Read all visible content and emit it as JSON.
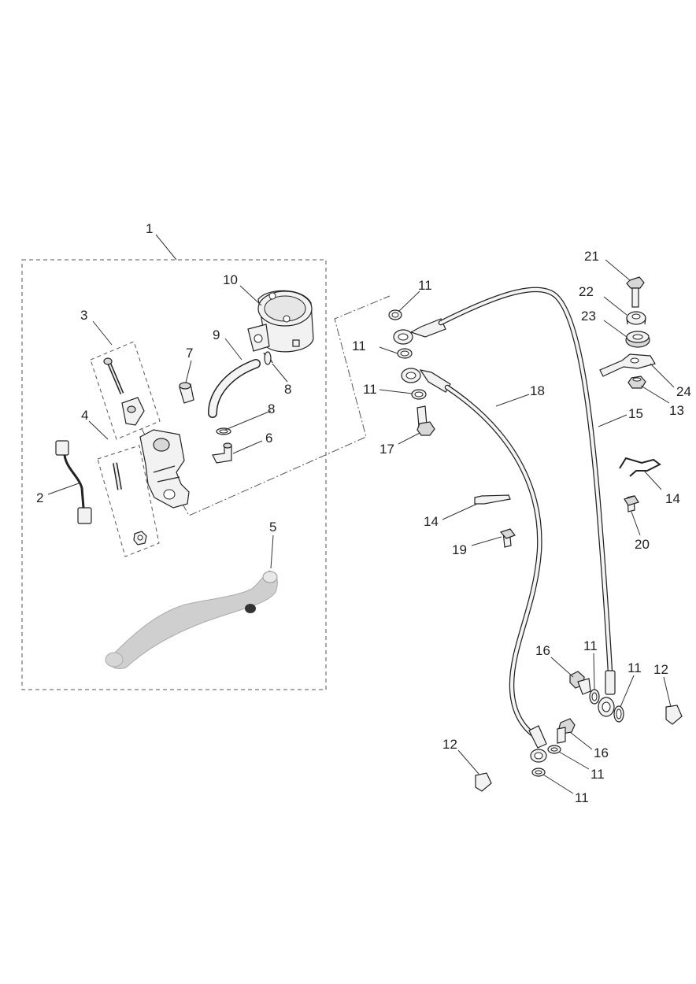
{
  "diagram": {
    "callouts": {
      "c1": "1",
      "c2": "2",
      "c3": "3",
      "c4": "4",
      "c5": "5",
      "c6": "6",
      "c7": "7",
      "c8a": "8",
      "c8b": "8",
      "c9": "9",
      "c10": "10",
      "c11a": "11",
      "c11b": "11",
      "c11c": "11",
      "c11d": "11",
      "c11e": "11",
      "c11f": "11",
      "c11g": "11",
      "c12a": "12",
      "c12b": "12",
      "c13": "13",
      "c14a": "14",
      "c14b": "14",
      "c15": "15",
      "c16a": "16",
      "c16b": "16",
      "c17": "17",
      "c18": "18",
      "c19": "19",
      "c20": "20",
      "c21": "21",
      "c22": "22",
      "c23": "23",
      "c24": "24"
    }
  }
}
